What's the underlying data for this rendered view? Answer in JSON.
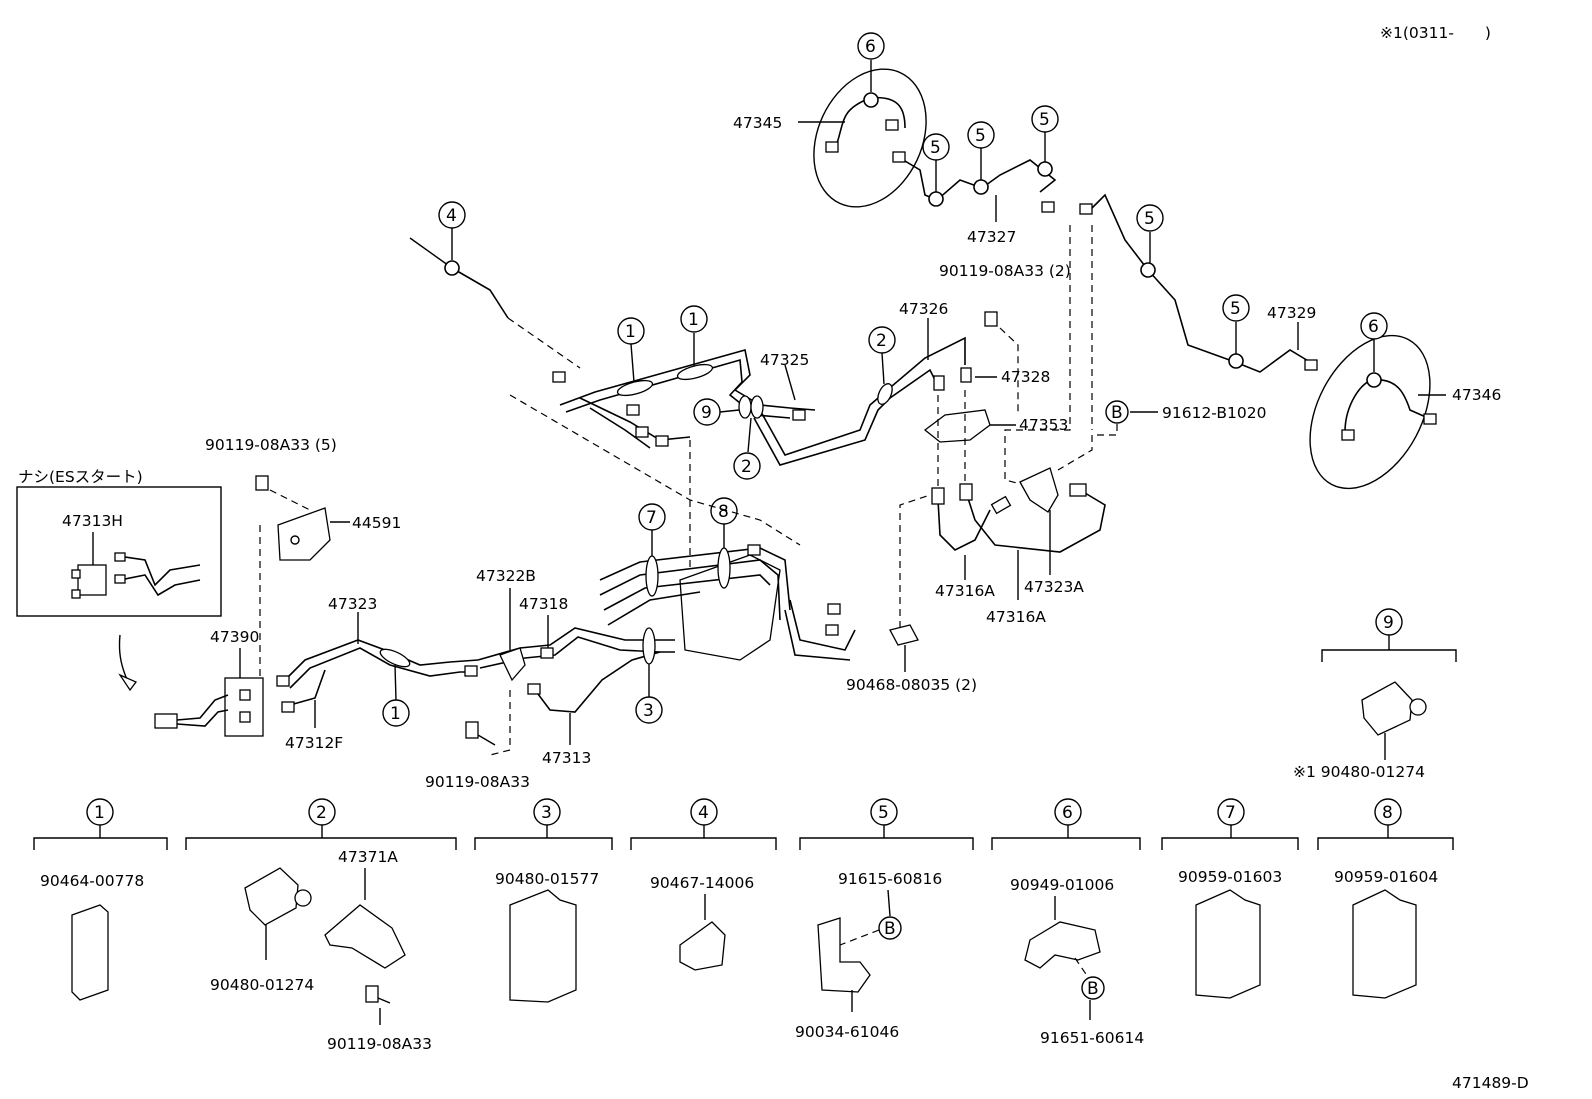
{
  "header": {
    "note": "※1(0311-　　)"
  },
  "footer": {
    "code": "471489-D"
  },
  "inset": {
    "title": "ナシ(ESスタート)",
    "part": "47313H"
  },
  "callouts": {
    "c1": "1",
    "c2": "2",
    "c3": "3",
    "c4": "4",
    "c5": "5",
    "c6": "6",
    "c7": "7",
    "c8": "8",
    "c9": "9",
    "b": "B"
  },
  "parts": {
    "p47345": "47345",
    "p47327": "47327",
    "p47329": "47329",
    "p47346": "47346",
    "p47325": "47325",
    "p47326": "47326",
    "p47328": "47328",
    "p47353": "47353",
    "p91612": "91612-B1020",
    "p90119_2": "90119-08A33 (2)",
    "p90119_5": "90119-08A33 (5)",
    "p44591": "44591",
    "p47323": "47323",
    "p47390": "47390",
    "p47322B": "47322B",
    "p47318": "47318",
    "p47312F": "47312F",
    "p47313": "47313",
    "p90119": "90119-08A33",
    "p47316A_1": "47316A",
    "p47316A_2": "47316A",
    "p47323A": "47323A",
    "p90468": "90468-08035 (2)",
    "p9_90480": "※1 90480-01274"
  },
  "legend": [
    {
      "num": "1",
      "parts": [
        "90464-00778"
      ]
    },
    {
      "num": "2",
      "parts": [
        "47371A",
        "90480-01274",
        "90119-08A33"
      ]
    },
    {
      "num": "3",
      "parts": [
        "90480-01577"
      ]
    },
    {
      "num": "4",
      "parts": [
        "90467-14006"
      ]
    },
    {
      "num": "5",
      "parts": [
        "91615-60816",
        "90034-61046"
      ]
    },
    {
      "num": "6",
      "parts": [
        "90949-01006",
        "91651-60614"
      ]
    },
    {
      "num": "7",
      "parts": [
        "90959-01603"
      ]
    },
    {
      "num": "8",
      "parts": [
        "90959-01604"
      ]
    }
  ]
}
